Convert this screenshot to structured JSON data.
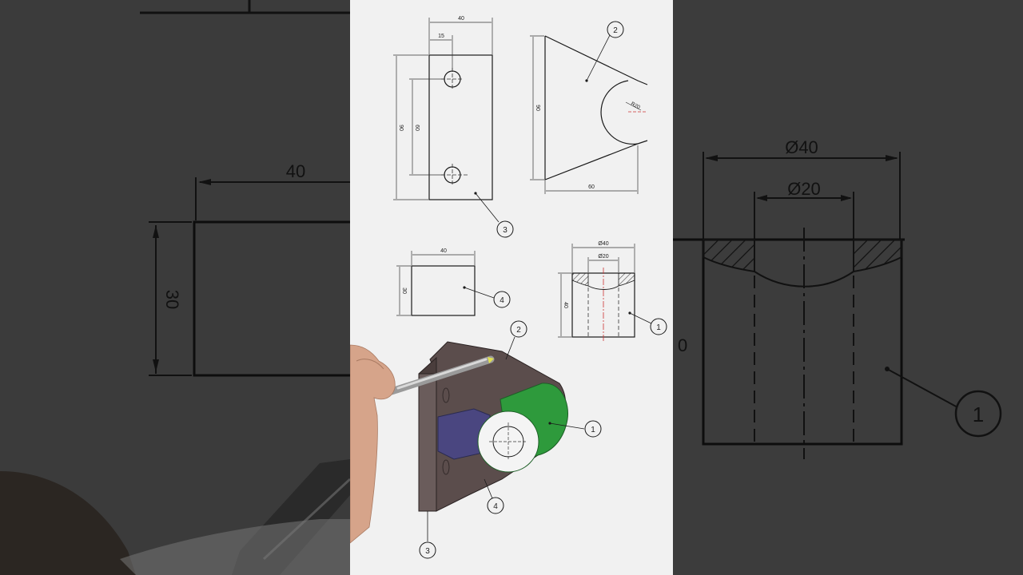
{
  "left_blur": {
    "width_label": "40",
    "height_label": "30"
  },
  "right_blur": {
    "outer_diameter": "Ø40",
    "inner_diameter": "Ø20",
    "balloon": "1",
    "partial_digit": "0"
  },
  "sheet": {
    "part3": {
      "width": "40",
      "offset": "15",
      "height": "90",
      "hole_spacing": "60",
      "balloon": "3"
    },
    "part2": {
      "height": "90",
      "width": "60",
      "radius": "R20",
      "balloon": "2"
    },
    "part4": {
      "width": "40",
      "height": "30",
      "balloon": "4"
    },
    "part1": {
      "outer": "Ø40",
      "inner": "Ø20",
      "height": "40",
      "balloon": "1"
    },
    "iso_balloons": {
      "b2": "2",
      "b1": "1",
      "b4": "4",
      "b3": "3"
    }
  },
  "colors": {
    "paper": "#f1f1f1",
    "line": "#1a1a1a",
    "part2_fill": "#5b4d4c",
    "part1_fill": "#2e9a3c",
    "part4_fill": "#4a4680",
    "bore_fill": "#f4f4f4"
  }
}
